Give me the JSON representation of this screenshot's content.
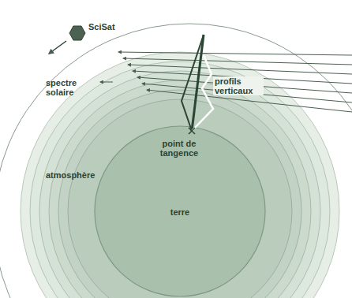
{
  "diagram": {
    "nodes": [
      {
        "text": [
          "SciSat"
        ]
      },
      {
        "text": [
          "atmosphère"
        ]
      },
      {
        "text": [
          "terre"
        ],
        "in": 1
      }
    ],
    "labels": [
      "spectre solaire",
      "profils verticaux",
      "point de tangence"
    ]
  }
}
